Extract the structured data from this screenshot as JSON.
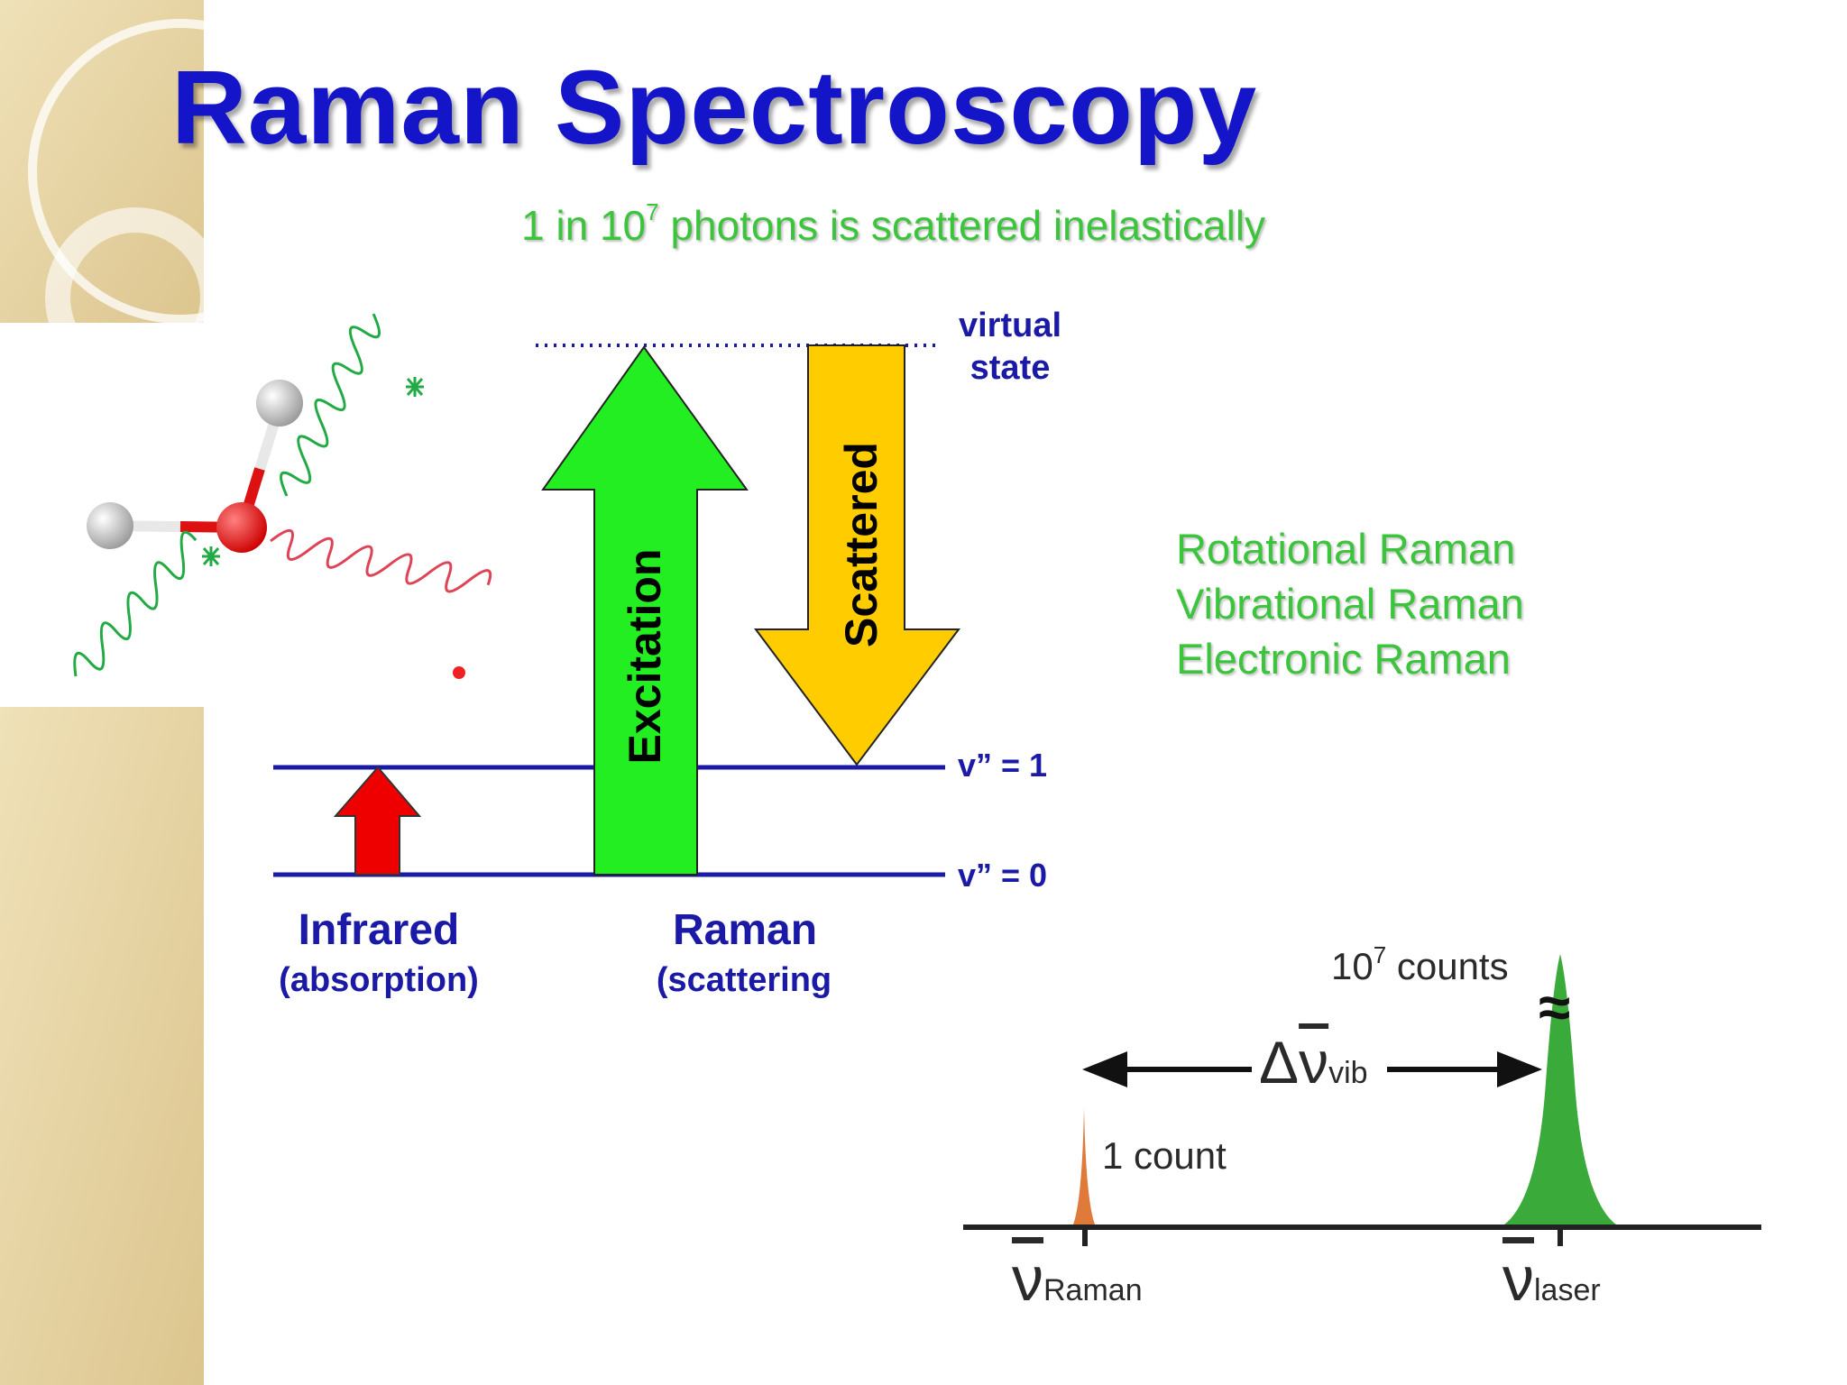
{
  "slide": {
    "title": "Raman Spectroscopy",
    "subtitle": {
      "prefix": "1 in 10",
      "exponent": "7",
      "suffix": " photons is scattered inelastically"
    }
  },
  "energy_diagram": {
    "virtual_state_label": [
      "virtual",
      "state"
    ],
    "level_labels": {
      "v1": "v” = 1",
      "v0": "v” = 0"
    },
    "excitation_label": "Excitation",
    "scattered_label": "Scattered",
    "infrared": {
      "title": "Infrared",
      "subtitle": "(absorption)"
    },
    "raman": {
      "title": "Raman",
      "subtitle": "(scattering"
    }
  },
  "raman_types": [
    "Rotational Raman",
    "Vibrational Raman",
    "Electronic Raman"
  ],
  "spectrum": {
    "laser_peak": {
      "base": "10",
      "exponent": "7",
      "label": " counts"
    },
    "raman_peak_label": "1 count",
    "delta_symbol": "Δ",
    "nu_symbol": "ν",
    "delta_sub": "vib",
    "nu_raman_sub": "Raman",
    "nu_laser_sub": "laser",
    "break_symbol": "≈"
  },
  "colors": {
    "title": "#1414c8",
    "subtitle": "#3cc43c",
    "levels": "#1a1aa6",
    "excitation_arrow": "#22ee22",
    "scattered_arrow": "#ffcc00",
    "infrared_arrow": "#ee0000",
    "laser_peak": "#3aaa3a",
    "raman_peak": "#e07a3a"
  }
}
